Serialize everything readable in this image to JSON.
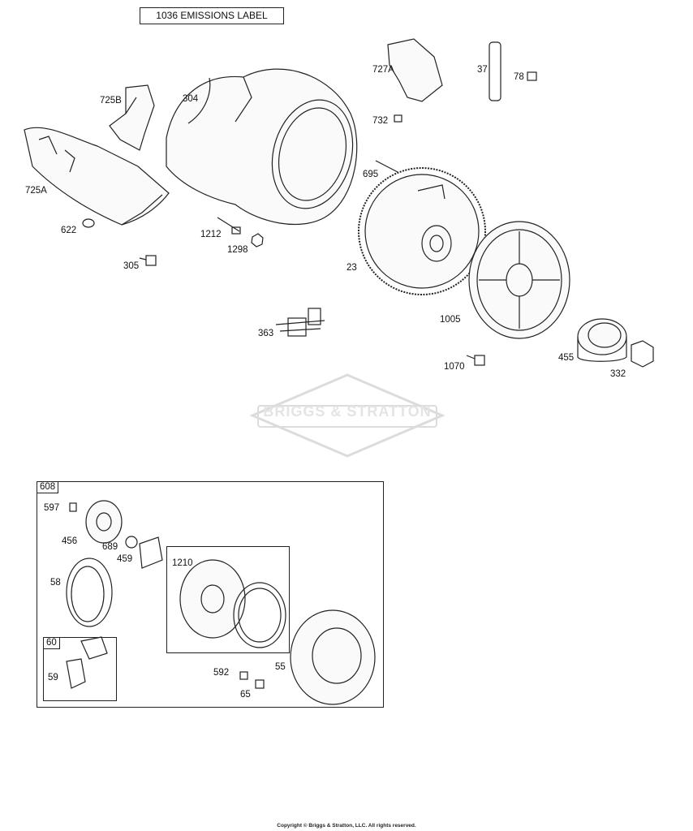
{
  "emissions_label": "1036 EMISSIONS LABEL",
  "watermark": "BRIGGS & STRATTON",
  "copyright": "Copyright © Briggs & Stratton, LLC. All rights reserved.",
  "labels": {
    "p304": "304",
    "p725B": "725B",
    "p725A": "725A",
    "p622": "622",
    "p305": "305",
    "p1212": "1212",
    "p1298": "1298",
    "p727A": "727A",
    "p732": "732",
    "p37": "37",
    "p78": "78",
    "p695": "695",
    "p23": "23",
    "p363": "363",
    "p1005": "1005",
    "p1070": "1070",
    "p455": "455",
    "p332": "332"
  },
  "inset": {
    "tag": "608",
    "labels": {
      "p597": "597",
      "p456": "456",
      "p689": "689",
      "p459": "459",
      "p58": "58",
      "p1210": "1210",
      "p60": "60",
      "p59": "59",
      "p592": "592",
      "p65": "65",
      "p55": "55"
    }
  }
}
